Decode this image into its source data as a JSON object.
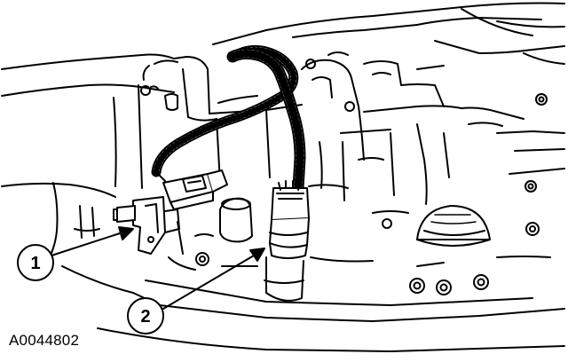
{
  "figure": {
    "id": "A0044802",
    "callouts": [
      {
        "number": "1"
      },
      {
        "number": "2"
      }
    ]
  }
}
